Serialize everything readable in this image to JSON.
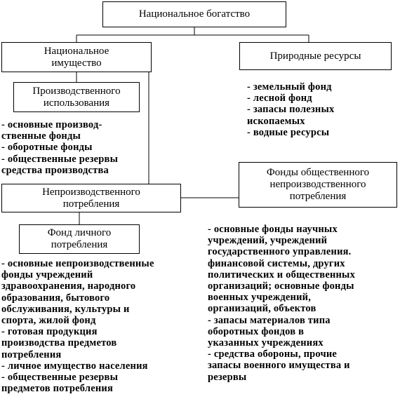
{
  "boxes": {
    "national_wealth": "Национальное богатство",
    "national_property": [
      "Национальное",
      "имущество"
    ],
    "natural_resources": "Природные ресурсы",
    "production_use": [
      "Производственного",
      "использования"
    ],
    "public_funds": [
      "Фонды общественного",
      "непроизводственного",
      "потребления"
    ],
    "nonproduction_consumption": [
      "Непроизводственного",
      "потребления"
    ],
    "personal_fund": [
      "Фонд личного",
      "потребления"
    ]
  },
  "lists": {
    "natural": [
      "- земельный фонд",
      "- лесной фонд",
      "- запасы полезных",
      "ископаемых",
      "- водные ресурсы"
    ],
    "production": [
      "- основные производ-",
      "ственные фонды",
      "- оборотные фонды",
      "- общественные резервы",
      "средства производства"
    ],
    "public": [
      "- основные фонды научных",
      "учреждений, учреждений",
      "государственного управления.",
      "финансовой системы, других",
      "политических и общественных",
      "организаций; основные фонды",
      "военных учреждений,",
      "организаций, объектов",
      "- запасы материалов типа",
      "оборотных фондов в",
      "указанных учреждениях",
      "- средства обороны, прочие",
      "запасы военного имущества и",
      "резервы"
    ],
    "personal": [
      "- основные непроизводственные",
      "фонды учреждений",
      "здравоохранения, народного",
      "образования, бытового",
      "обслуживания, культуры и",
      "спорта, жилой фонд",
      "- готовая продукция",
      "производства предметов",
      "потребления",
      "- личное имущество населения",
      "- общественные резервы",
      "предметов потребления"
    ]
  }
}
